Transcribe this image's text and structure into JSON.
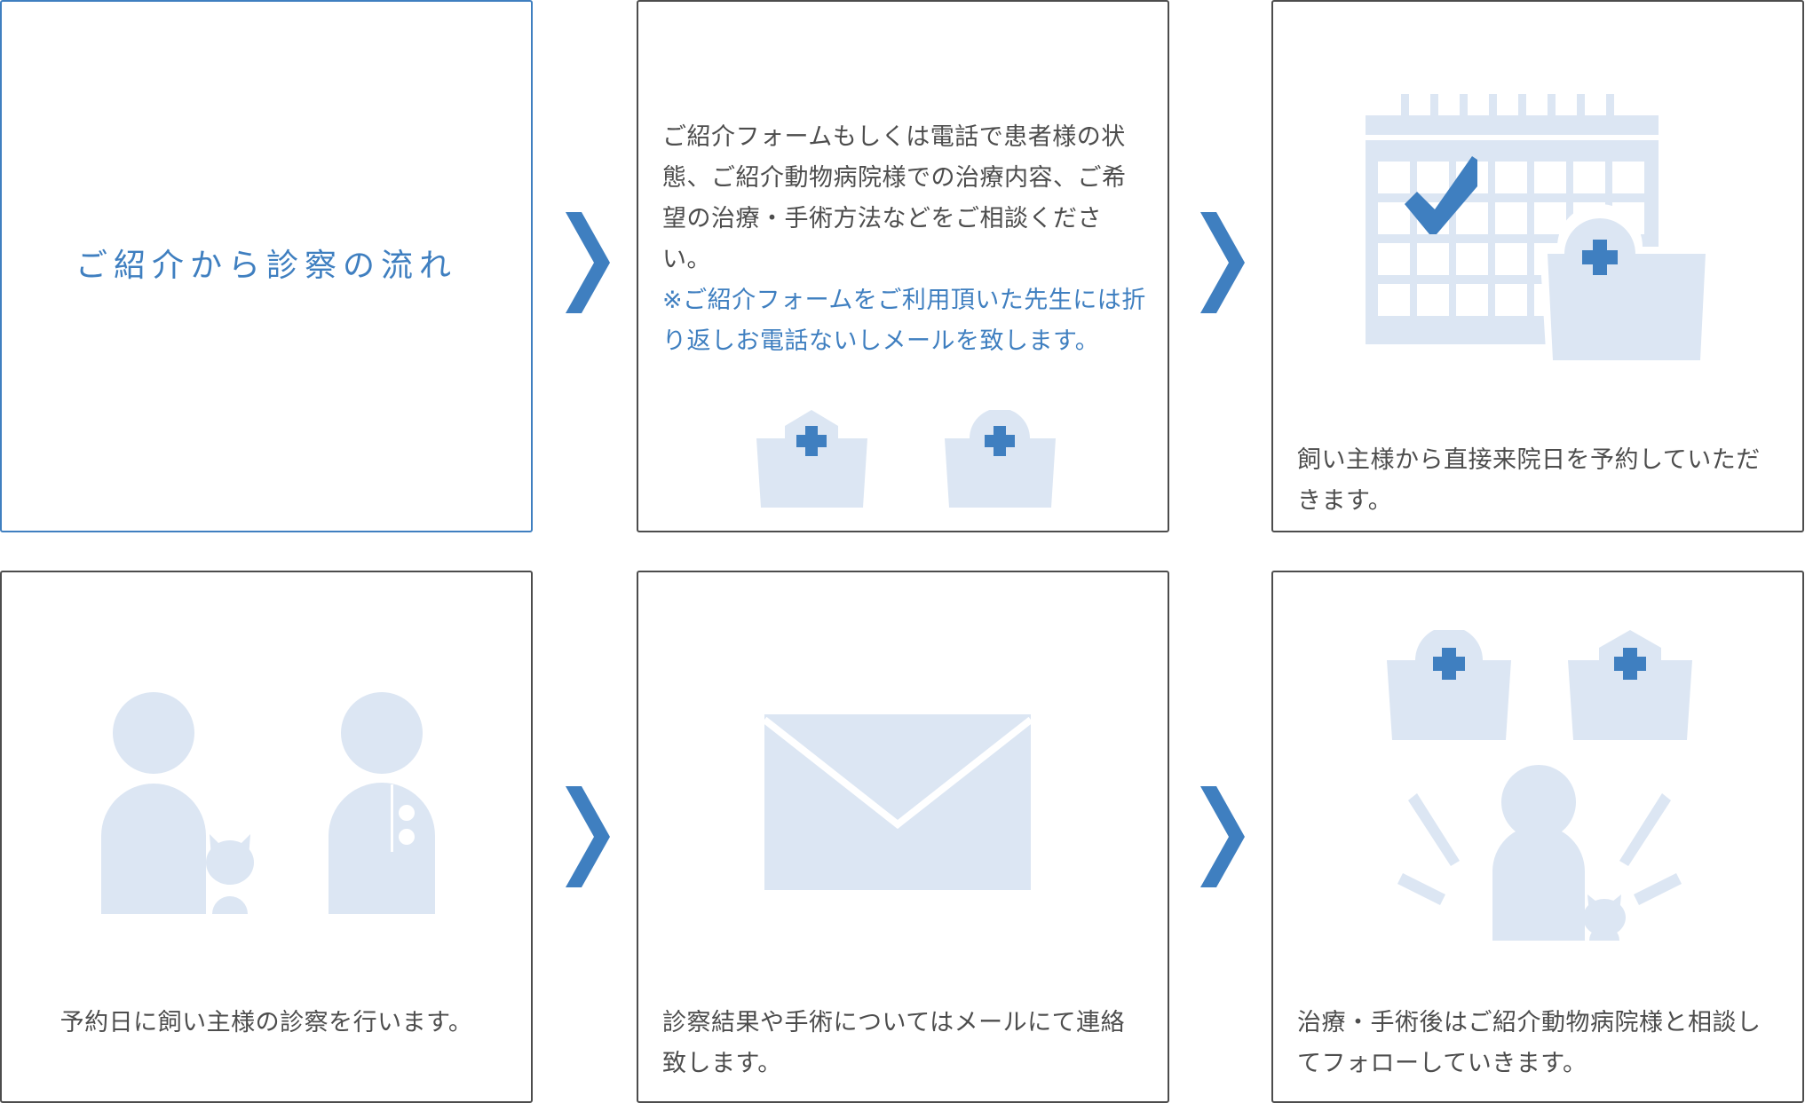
{
  "title": "ご紹介から診察の流れ",
  "steps": [
    {
      "text": "ご紹介フォームもしくは電話で患者様の状態、ご紹介動物病院様での治療内容、ご希望の治療・手術方法などをご相談ください。",
      "note": "※ご紹介フォームをご利用頂いた先生には折り返しお電話ないしメールを致します。"
    },
    {
      "text": "飼い主様から直接来院日を予約していただきます。"
    },
    {
      "text": "予約日に飼い主様の診察を行います。"
    },
    {
      "text": "診察結果や手術についてはメールにて連絡致します。"
    },
    {
      "text": "治療・手術後はご紹介動物病院様と相談してフォローしていきます。"
    }
  ],
  "colors": {
    "accent": "#3f7fc0",
    "icon_fill": "#dce6f3",
    "border": "#4d4d4d",
    "text": "#4d4d4d"
  },
  "icons": [
    "nurse-cap-icon",
    "calendar-check-icon",
    "owner-with-cat-icon",
    "doctor-icon",
    "envelope-icon",
    "happy-owner-icon",
    "chevron-right-icon"
  ]
}
